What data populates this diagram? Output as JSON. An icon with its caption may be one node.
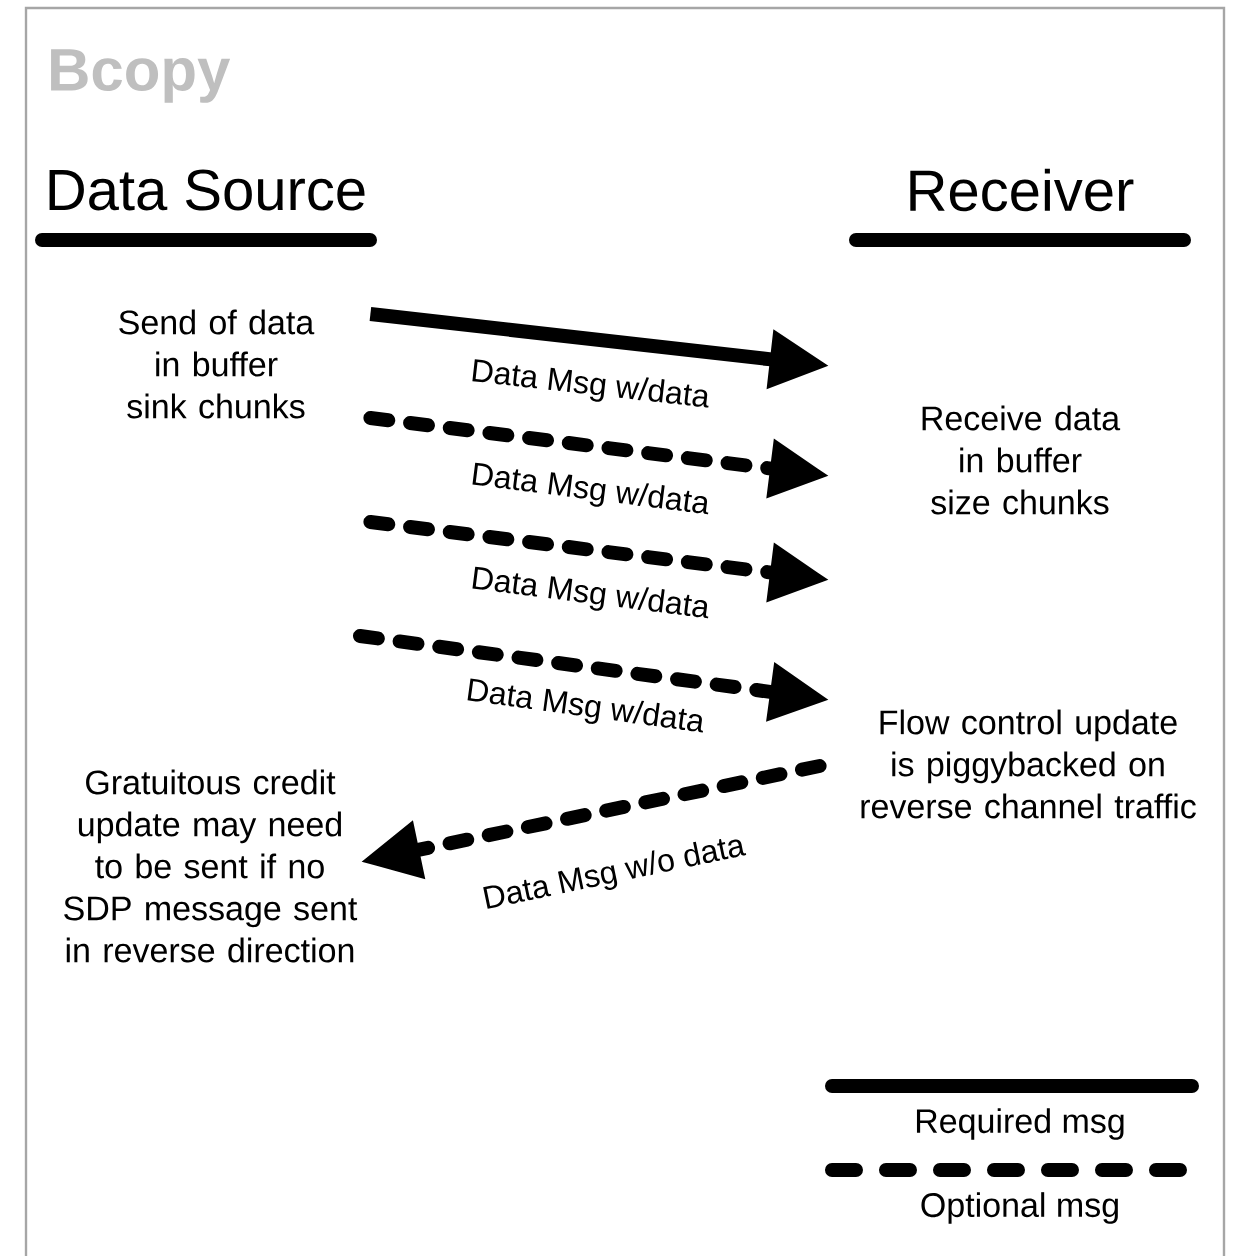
{
  "diagram": {
    "title": "Bcopy",
    "nodes": [
      {
        "text": [
          "Data Source"
        ]
      },
      {
        "text": [
          "Receiver"
        ]
      },
      {
        "text": [
          "Send of data in buffer sink chunks"
        ]
      },
      {
        "text": [
          "Receive data in buffer size chunks"
        ]
      },
      {
        "text": [
          "Gratuitous credit update may need to be sent if no SDP message sent in reverse direction"
        ]
      },
      {
        "text": [
          "Flow control update is piggybacked on reverse channel traffic"
        ]
      }
    ],
    "edges": [
      {
        "from": 2,
        "to": 3,
        "arrow": "to",
        "label": "Data Msg w/data"
      },
      {
        "from": 2,
        "to": 3,
        "arrow": "to",
        "label": "Data Msg w/data",
        "style": "dashed"
      },
      {
        "from": 2,
        "to": 3,
        "arrow": "to",
        "label": "Data Msg w/data",
        "style": "dashed"
      },
      {
        "from": null,
        "to": 5,
        "arrow": "to",
        "label": "Data Msg w/data",
        "style": "dashed"
      },
      {
        "from": 5,
        "to": 4,
        "arrow": "to",
        "label": "Data Msg w/o data",
        "style": "dashed"
      }
    ],
    "legend": [
      {
        "text": "Required msg"
      },
      {
        "text": "Optional msg"
      }
    ]
  }
}
